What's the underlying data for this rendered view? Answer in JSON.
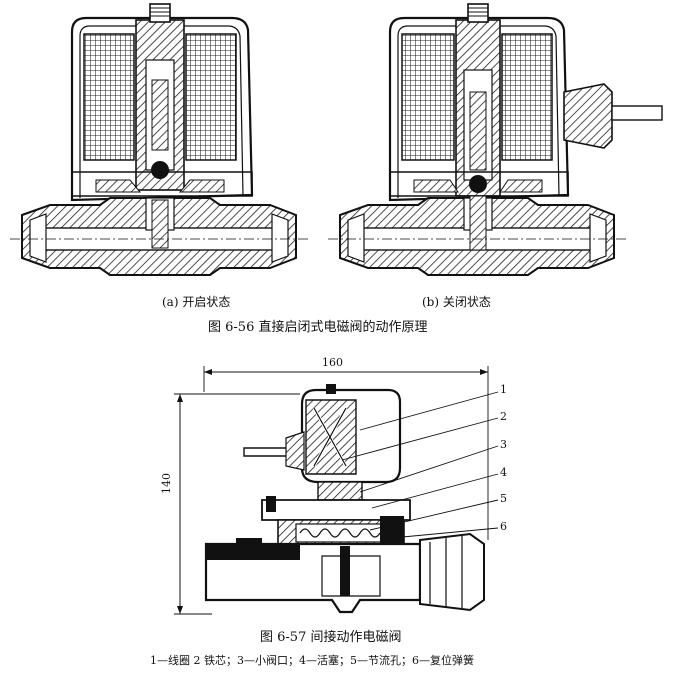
{
  "figure_56": {
    "subcaption_a": "(a) 开启状态",
    "subcaption_b": "(b) 关闭状态",
    "caption": "图 6-56   直接启闭式电磁阀的动作原理"
  },
  "figure_57": {
    "dimension_width": "160",
    "dimension_height": "140",
    "callouts": [
      "1",
      "2",
      "3",
      "4",
      "5",
      "6"
    ],
    "caption": "图 6-57   间接动作电磁阀",
    "legend": "1—线圈 2  铁芯；3—小阀口；4—活塞；5—节流孔；6—复位弹簧"
  }
}
